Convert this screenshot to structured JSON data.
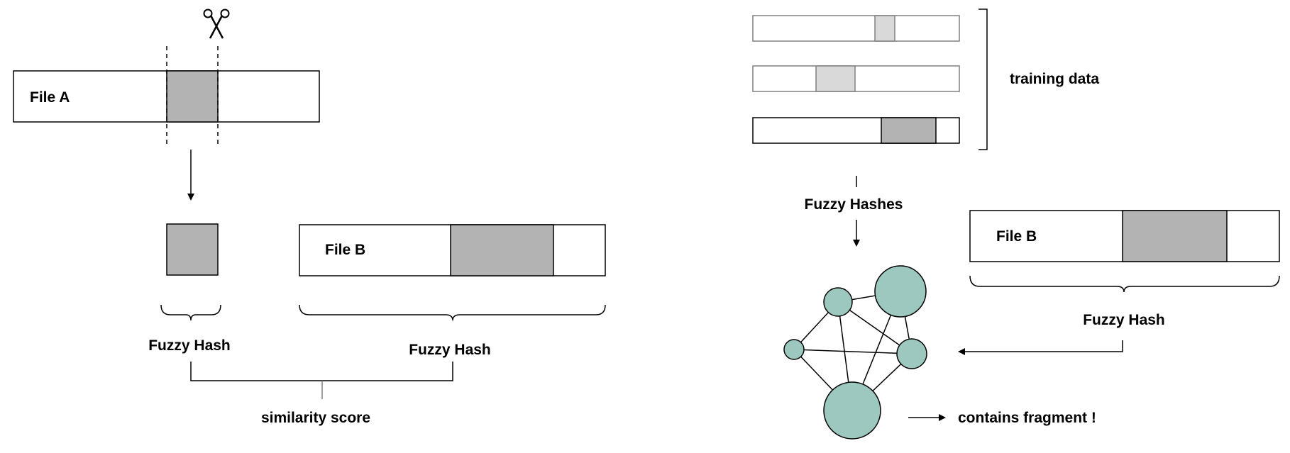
{
  "colors": {
    "fragment": "#b3b3b3",
    "training_fragment": "#d9d9d9",
    "node": "#9cc8c0",
    "stroke": "#000000"
  },
  "icons": {
    "cut": "scissors-icon"
  },
  "left_panel": {
    "file_a_label": "File A",
    "file_b_label": "File B",
    "fragment_hash_label": "Fuzzy Hash",
    "file_b_hash_label": "Fuzzy Hash",
    "similarity_label": "similarity score"
  },
  "right_panel": {
    "training_label": "training data",
    "fuzzy_hashes_label": "Fuzzy Hashes",
    "file_b_label": "File B",
    "file_b_hash_label": "Fuzzy Hash",
    "result_label": "contains fragment !"
  }
}
